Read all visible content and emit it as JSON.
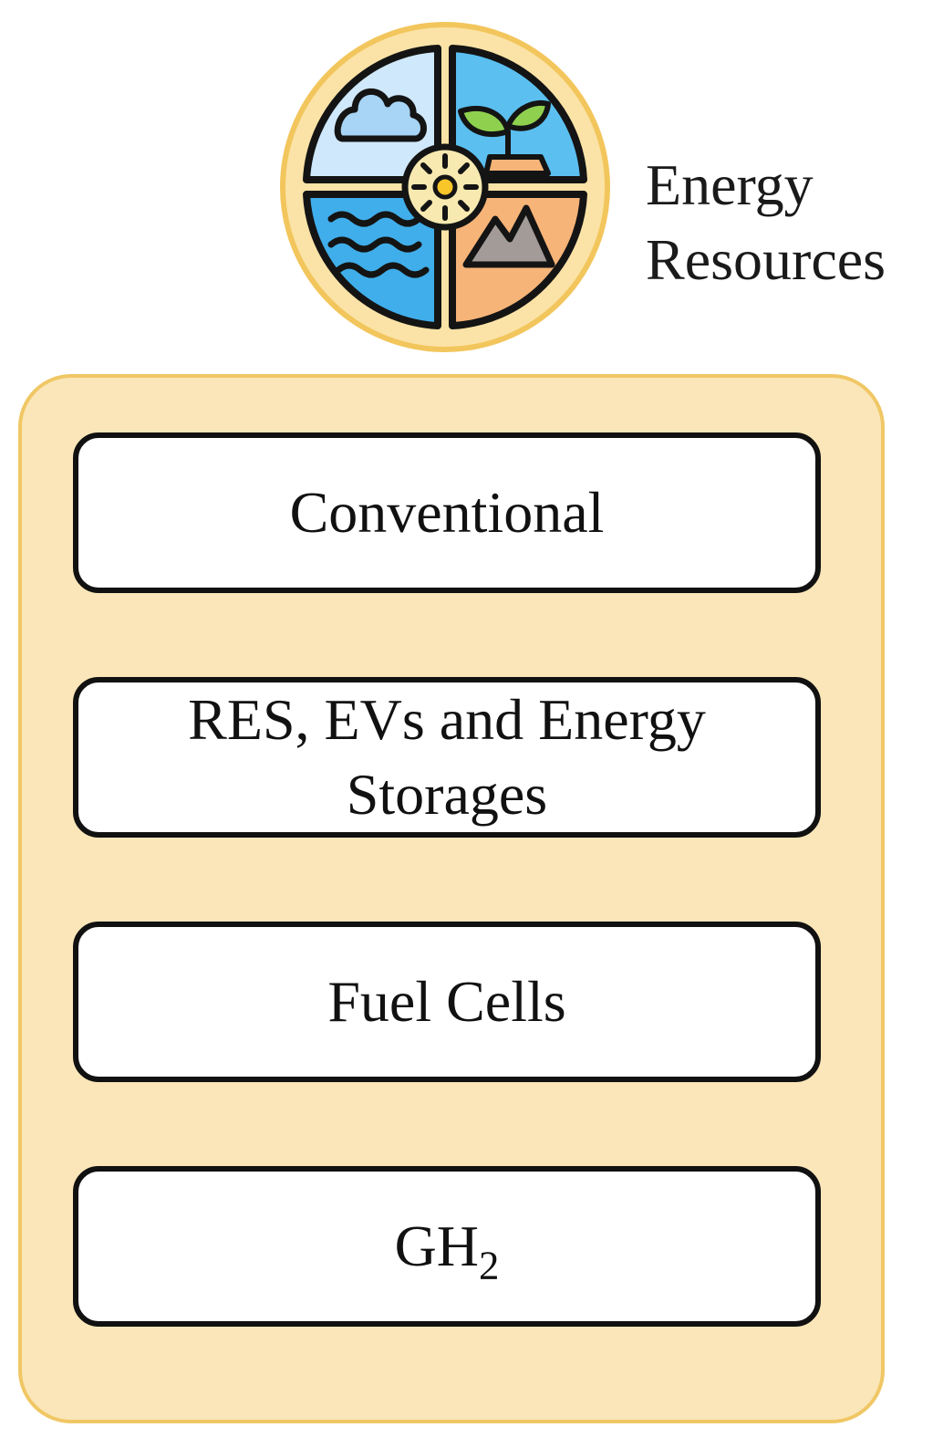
{
  "heading": {
    "line1": "Energy",
    "line2": "Resources"
  },
  "emblem": {
    "icon": "energy-resources-icon",
    "quadrants": [
      "cloud-icon",
      "plant-icon",
      "water-waves-icon",
      "mountain-icon"
    ],
    "center": "sun-icon",
    "colors": {
      "ring": "#fbe3a7",
      "ring_outline": "#f2c65c",
      "sky": "#cfe8fb",
      "cloud": "#a8d4f5",
      "leaf": "#8fd14f",
      "blue": "#5bbff0",
      "water": "#40aeea",
      "earth": "#f6b478",
      "mountain": "#a39b97",
      "sun_ring": "#f7e9b0",
      "sun_core": "#f9c62a"
    }
  },
  "panel": {
    "fill": "#fae6b8",
    "border": "#f0c765",
    "items": [
      {
        "text": "Conventional"
      },
      {
        "text": "RES, EVs and Energy Storages"
      },
      {
        "text": "Fuel Cells"
      },
      {
        "text": "GH",
        "subscript": "2"
      }
    ]
  }
}
